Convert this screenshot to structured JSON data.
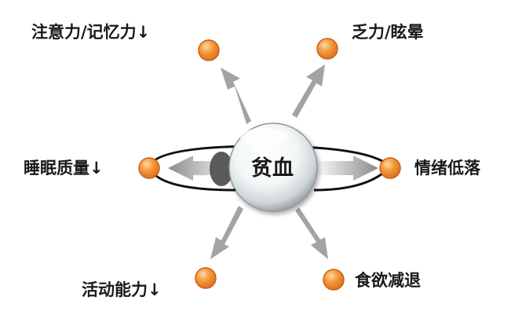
{
  "center": {
    "label": "贫血"
  },
  "effects": [
    {
      "id": "attention-memory",
      "label": "注意力/记忆力↓"
    },
    {
      "id": "fatigue-dizziness",
      "label": "乏力/眩晕"
    },
    {
      "id": "sleep-quality",
      "label": "睡眠质量↓"
    },
    {
      "id": "low-mood",
      "label": "情绪低落"
    },
    {
      "id": "activity-capacity",
      "label": "活动能力↓"
    },
    {
      "id": "appetite-loss",
      "label": "食欲减退"
    }
  ],
  "colors": {
    "node": "#f39a3c",
    "node_stroke": "#c9621c",
    "arrow": "#9a9a9a",
    "sphere": "#e6eef0",
    "ring": "#111111"
  }
}
